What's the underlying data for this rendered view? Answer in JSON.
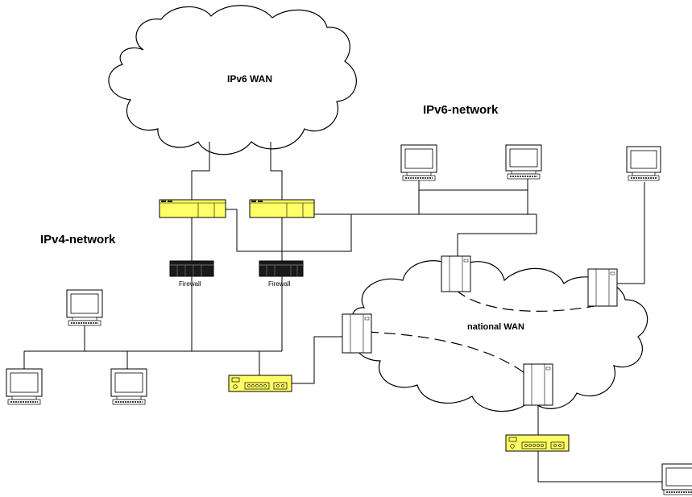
{
  "labels": {
    "ipv6_wan": "IPv6 WAN",
    "ipv6_network": "IPv6-network",
    "ipv4_network": "IPv4-network",
    "national_wan": "national WAN",
    "firewall_left": "Firewall",
    "firewall_right": "Firewall"
  },
  "colors": {
    "router_fill": "#ffff66",
    "modem_fill": "#ffff66",
    "firewall_fill": "#1a1a1a",
    "line": "#000000",
    "background": "#ffffff"
  },
  "devices": [
    {
      "name": "ipv6-router-left",
      "icon": "router-icon"
    },
    {
      "name": "ipv6-router-right",
      "icon": "router-icon"
    },
    {
      "name": "firewall-left",
      "icon": "firewall-icon"
    },
    {
      "name": "firewall-right",
      "icon": "firewall-icon"
    },
    {
      "name": "modem-ipv4",
      "icon": "modem-icon"
    },
    {
      "name": "modem-national",
      "icon": "modem-icon"
    },
    {
      "name": "wan-switch",
      "icon": "server-tower-icon"
    }
  ]
}
